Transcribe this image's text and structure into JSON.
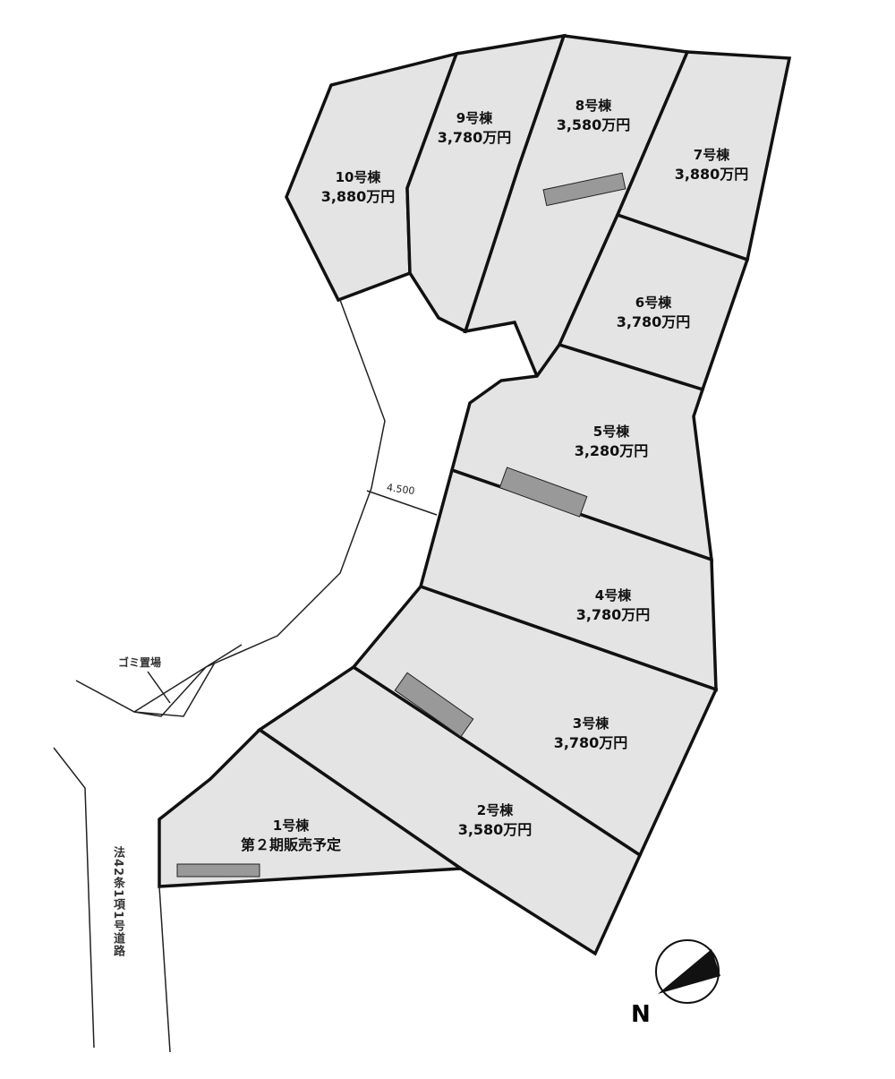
{
  "lots": [
    {
      "name": "1号棟",
      "price": "第２期販売予定"
    },
    {
      "name": "2号棟",
      "price": "3,580万円"
    },
    {
      "name": "3号棟",
      "price": "3,780万円"
    },
    {
      "name": "4号棟",
      "price": "3,780万円"
    },
    {
      "name": "5号棟",
      "price": "3,280万円"
    },
    {
      "name": "6号棟",
      "price": "3,780万円"
    },
    {
      "name": "7号棟",
      "price": "3,880万円"
    },
    {
      "name": "8号棟",
      "price": "3,580万円"
    },
    {
      "name": "9号棟",
      "price": "3,780万円"
    },
    {
      "name": "10号棟",
      "price": "3,880万円"
    }
  ],
  "road_label": "法42条1項1号道路",
  "garbage_label": "ゴミ置場",
  "road_width": "4.500",
  "north_label": "N",
  "colors": {
    "lot_fill": "#e4e4e4",
    "line": "#111111"
  }
}
